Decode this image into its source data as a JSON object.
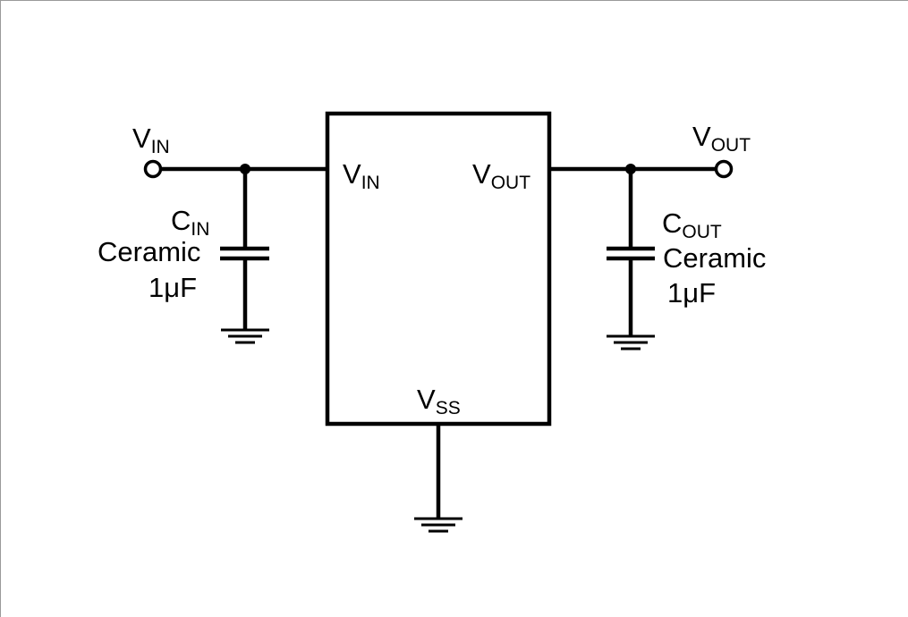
{
  "colors": {
    "wire": "#000000",
    "background": "#ffffff",
    "frame": "#9a9a9a"
  },
  "terminals": {
    "vin": {
      "main": "V",
      "sub": "IN"
    },
    "vout": {
      "main": "V",
      "sub": "OUT"
    }
  },
  "ic": {
    "pin_vin": {
      "main": "V",
      "sub": "IN"
    },
    "pin_vout": {
      "main": "V",
      "sub": "OUT"
    },
    "pin_vss": {
      "main": "V",
      "sub": "SS"
    }
  },
  "cin": {
    "main": "C",
    "sub": "IN",
    "type": "Ceramic",
    "value": "1μF"
  },
  "cout": {
    "main": "C",
    "sub": "OUT",
    "type": "Ceramic",
    "value": "1μF"
  }
}
